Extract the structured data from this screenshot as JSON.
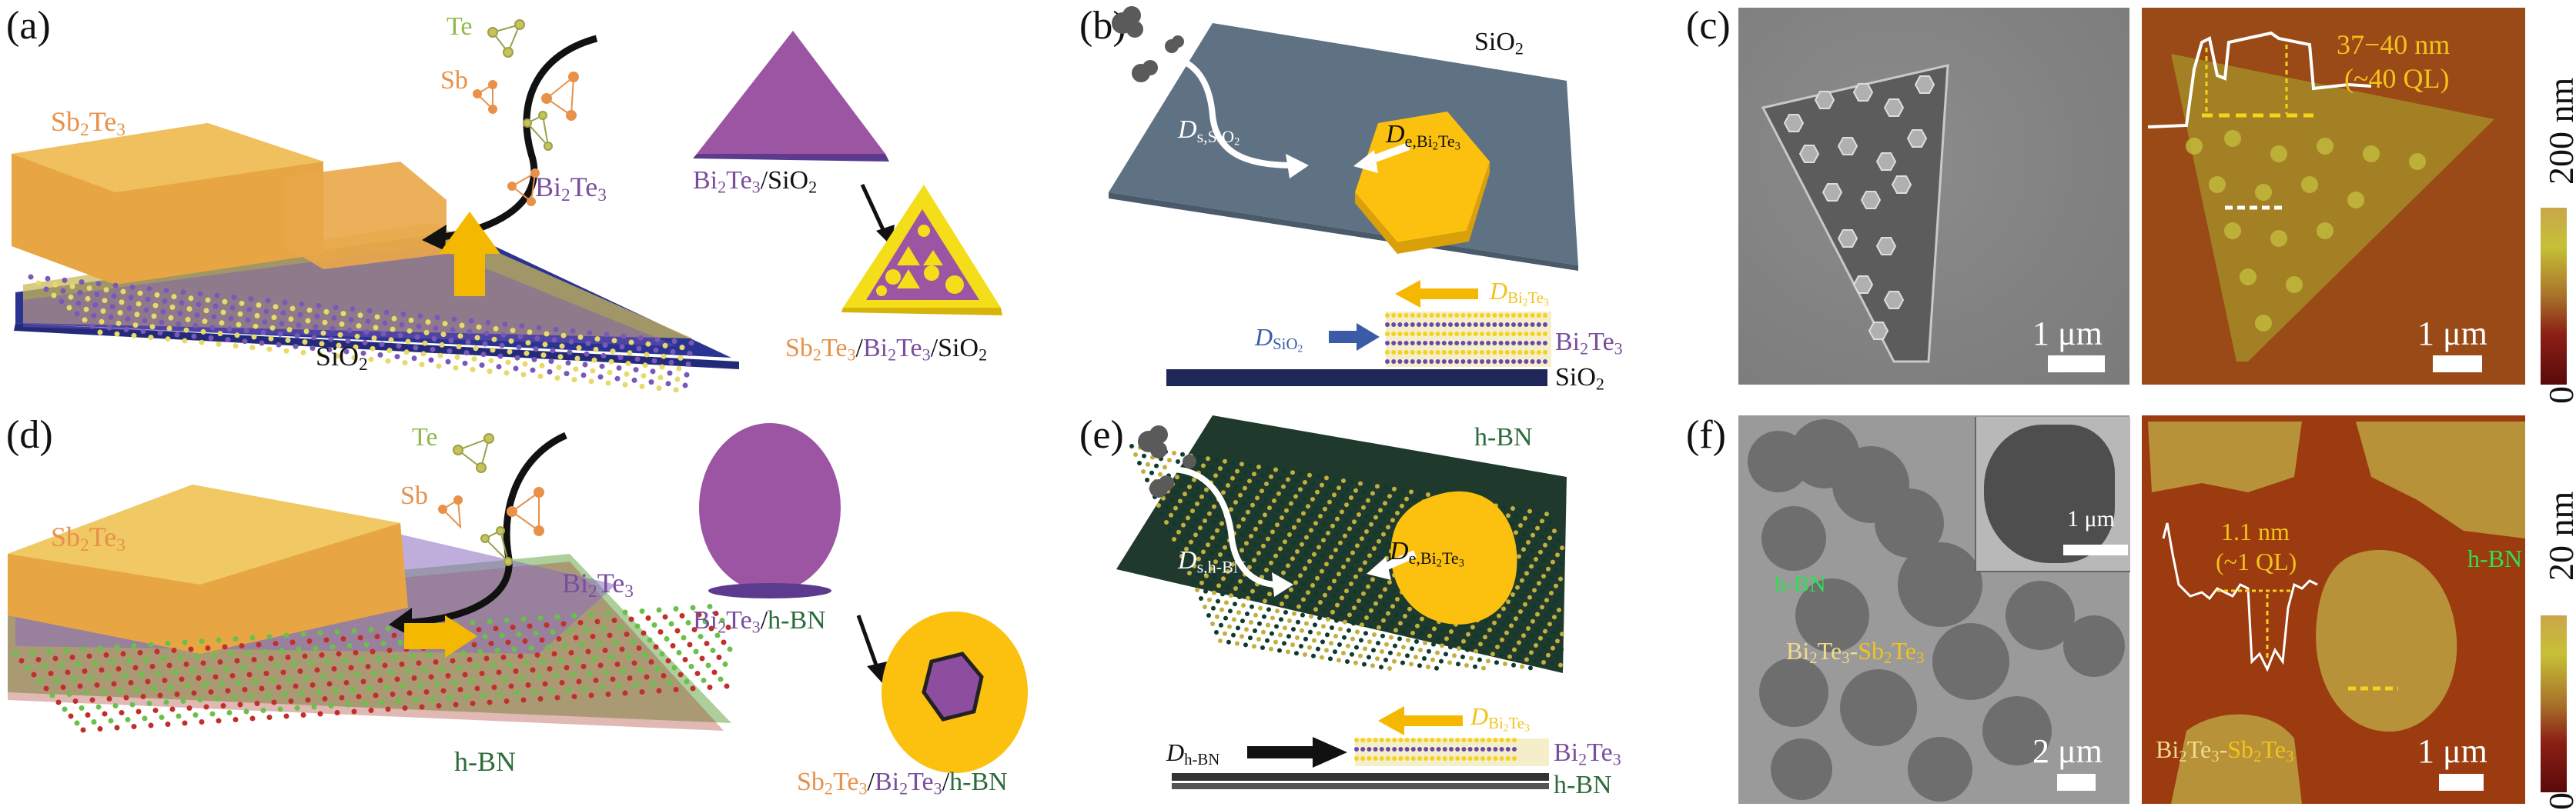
{
  "panels": {
    "a": {
      "label": "(a)",
      "te": "Te",
      "sb": "Sb",
      "sb2te3": {
        "main": "Sb",
        "s1": "2",
        "mid": "Te",
        "s2": "3"
      },
      "bi2te3": {
        "main": "Bi",
        "s1": "2",
        "mid": "Te",
        "s2": "3"
      },
      "substrate": {
        "main": "SiO",
        "s1": "2"
      },
      "stage1": {
        "part1": "Bi",
        "s1": "2",
        "part2": "Te",
        "s2": "3",
        "sep": "/",
        "part3": "SiO",
        "s3": "2"
      },
      "stage2": {
        "p1": "Sb",
        "s1": "2",
        "p2": "Te",
        "s2": "3",
        "sep1": "/",
        "p3": "Bi",
        "s3": "2",
        "p4": "Te",
        "s4": "3",
        "sep2": "/",
        "p5": "SiO",
        "s5": "2"
      }
    },
    "b": {
      "label": "(b)",
      "substrate_top": {
        "main": "SiO",
        "s1": "2"
      },
      "d_surface": {
        "sym": "D",
        "sub": "s,SiO",
        "sub2": "2"
      },
      "d_edge": {
        "sym": "D",
        "sub": "e,Bi",
        "sub2": "2",
        "sub3": "Te",
        "sub4": "3"
      },
      "d_bi2te3": {
        "sym": "D",
        "sub": "Bi",
        "sub2": "2",
        "sub3": "Te",
        "sub4": "3"
      },
      "d_sio2": {
        "sym": "D",
        "sub": "SiO",
        "sub2": "2"
      },
      "layer_label": {
        "main": "Bi",
        "s1": "2",
        "mid": "Te",
        "s2": "3"
      },
      "substrate_bottom": {
        "main": "SiO",
        "s1": "2"
      }
    },
    "c": {
      "label": "(c)",
      "sem_scale": "1 μm",
      "afm_scale": "1 μm",
      "height_annotation_1": "37−40 nm",
      "height_annotation_2": "(~40 QL)",
      "colorbar_max": "200 nm",
      "colorbar_min": "0"
    },
    "d": {
      "label": "(d)",
      "te": "Te",
      "sb": "Sb",
      "sb2te3": {
        "main": "Sb",
        "s1": "2",
        "mid": "Te",
        "s2": "3"
      },
      "bi2te3": {
        "main": "Bi",
        "s1": "2",
        "mid": "Te",
        "s2": "3"
      },
      "substrate": "h-BN",
      "stage1": {
        "part1": "Bi",
        "s1": "2",
        "part2": "Te",
        "s2": "3",
        "sep": "/",
        "part3": "h-BN"
      },
      "stage2": {
        "p1": "Sb",
        "s1": "2",
        "p2": "Te",
        "s2": "3",
        "sep1": "/",
        "p3": "Bi",
        "s3": "2",
        "p4": "Te",
        "s4": "3",
        "sep2": "/",
        "p5": "h-BN"
      }
    },
    "e": {
      "label": "(e)",
      "substrate_top": "h-BN",
      "d_surface": {
        "sym": "D",
        "sub": "s,h-BN"
      },
      "d_edge": {
        "sym": "D",
        "sub": "e,Bi",
        "sub2": "2",
        "sub3": "Te",
        "sub4": "3"
      },
      "d_bi2te3": {
        "sym": "D",
        "sub": "Bi",
        "sub2": "2",
        "sub3": "Te",
        "sub4": "3"
      },
      "d_hbn": {
        "sym": "D",
        "sub": "h-BN"
      },
      "layer_label": {
        "main": "Bi",
        "s1": "2",
        "mid": "Te",
        "s2": "3"
      },
      "substrate_bottom": "h-BN"
    },
    "f": {
      "label": "(f)",
      "sem_scale": "2 μm",
      "inset_scale": "1 μm",
      "sem_hbn": "h-BN",
      "sem_het": {
        "p1": "Bi",
        "s1": "2",
        "p2": "Te",
        "s2": "3",
        "dash": "-",
        "p3": "Sb",
        "s3": "2",
        "p4": "Te",
        "s4": "3"
      },
      "afm_scale": "1 μm",
      "afm_hbn": "h-BN",
      "afm_het": {
        "p1": "Bi",
        "s1": "2",
        "p2": "Te",
        "s2": "3",
        "dash": "-",
        "p3": "Sb",
        "s3": "2",
        "p4": "Te",
        "s4": "3"
      },
      "height_annotation_1": "1.1 nm",
      "height_annotation_2": "(~1 QL)",
      "colorbar_max": "20 nm",
      "colorbar_min": "0"
    }
  },
  "colors": {
    "sb2te3": "#e8914a",
    "bi2te3": "#7a4e9c",
    "te": "#8dbb4c",
    "hbn": "#2c6b3a",
    "arrow_yellow": "#f5b800",
    "sio2_plate": "#5f7283",
    "sio2_dark": "#1f2658",
    "afm_bg": "#9a4a16"
  }
}
